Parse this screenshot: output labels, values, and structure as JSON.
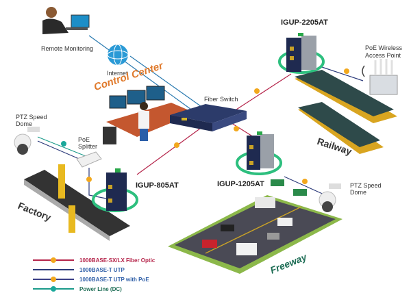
{
  "colors": {
    "fiber": "#b5244a",
    "utp": "#2b3a7a",
    "utp_poe": "#3a3f86",
    "power": "#1a9a8a",
    "poe_badge": "#f2a81d",
    "dc_badge": "#1aa89a",
    "ring": "#2dbf7e",
    "control_center_text": "#e07a2c",
    "railway_text": "#333333",
    "factory_text": "#333333",
    "freeway_text": "#1f6e56",
    "switch_blue": "#1f2f5f"
  },
  "labels": {
    "remote_monitoring": "Remote Monitoring",
    "internet": "Internet",
    "control_center": "Control Center",
    "fiber_switch": "Fiber Switch",
    "igup_2205at": "IGUP-2205AT",
    "poe_wireless_ap_line1": "PoE Wireless",
    "poe_wireless_ap_line2": "Access Point",
    "ptz_left_line1": "PTZ Speed",
    "ptz_left_line2": "Dome",
    "poe_splitter_line1": "PoE",
    "poe_splitter_line2": "Splitter",
    "igup_805at": "IGUP-805AT",
    "igup_1205at": "IGUP-1205AT",
    "ptz_right_line1": "PTZ Speed",
    "ptz_right_line2": "Dome",
    "railway": "Railway",
    "factory": "Factory",
    "freeway": "Freeway"
  },
  "legend": [
    {
      "text": "1000BASE-SX/LX Fiber Optic",
      "color": "#b5244a",
      "dot": "#f2a81d",
      "text_color": "#b5244a"
    },
    {
      "text": "1000BASE-T UTP",
      "color": "#2b3a7a",
      "dot": null,
      "text_color": "#2f5fa8"
    },
    {
      "text": "1000BASE-T UTP with PoE",
      "color": "#3a3f86",
      "dot": "#f2a81d",
      "text_color": "#2f5fa8"
    },
    {
      "text": "Power Line (DC)",
      "color": "#1a9a8a",
      "dot": "#1aa89a",
      "text_color": "#1f6e56"
    }
  ]
}
